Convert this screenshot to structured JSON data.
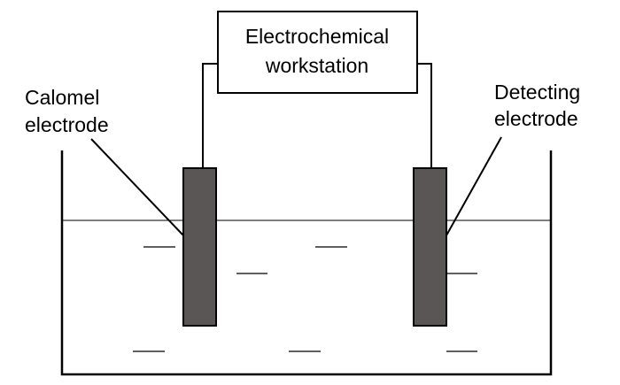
{
  "workstation": {
    "line1": "Electrochemical",
    "line2": "workstation"
  },
  "calomel": {
    "line1": "Calomel",
    "line2": "electrode"
  },
  "detecting": {
    "line1": "Detecting",
    "line2": "electrode"
  },
  "colors": {
    "electrode_fill": "#5a5655",
    "line": "#000000"
  }
}
